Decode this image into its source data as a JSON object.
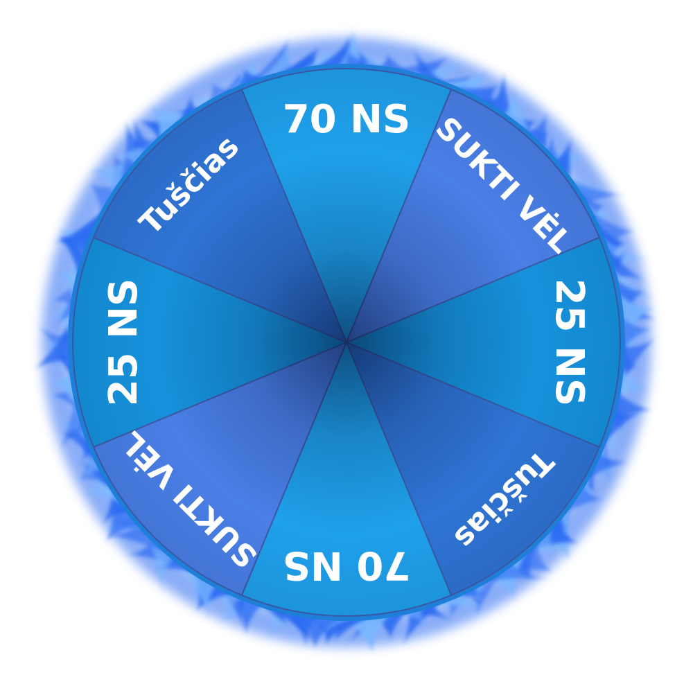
{
  "wheel": {
    "segments": [
      {
        "label": "70 NS",
        "color": "#1fa0ea"
      },
      {
        "label": "SUKTI VĖL",
        "color": "#4a7fe6"
      },
      {
        "label": "25 NS",
        "color": "#1692dc"
      },
      {
        "label": "Tuščias",
        "color": "#2f74d4"
      },
      {
        "label": "70 NS",
        "color": "#1fa0ea"
      },
      {
        "label": "SUKTI VĖL",
        "color": "#4a7fe6"
      },
      {
        "label": "25 NS",
        "color": "#1692dc"
      },
      {
        "label": "Tuščias",
        "color": "#2f74d4"
      }
    ],
    "rim_color": "#1e7fd8",
    "flame_color": "#2a6af2",
    "flame_highlight": "#7ab8ff",
    "divider_color": "#3c5aa8"
  }
}
